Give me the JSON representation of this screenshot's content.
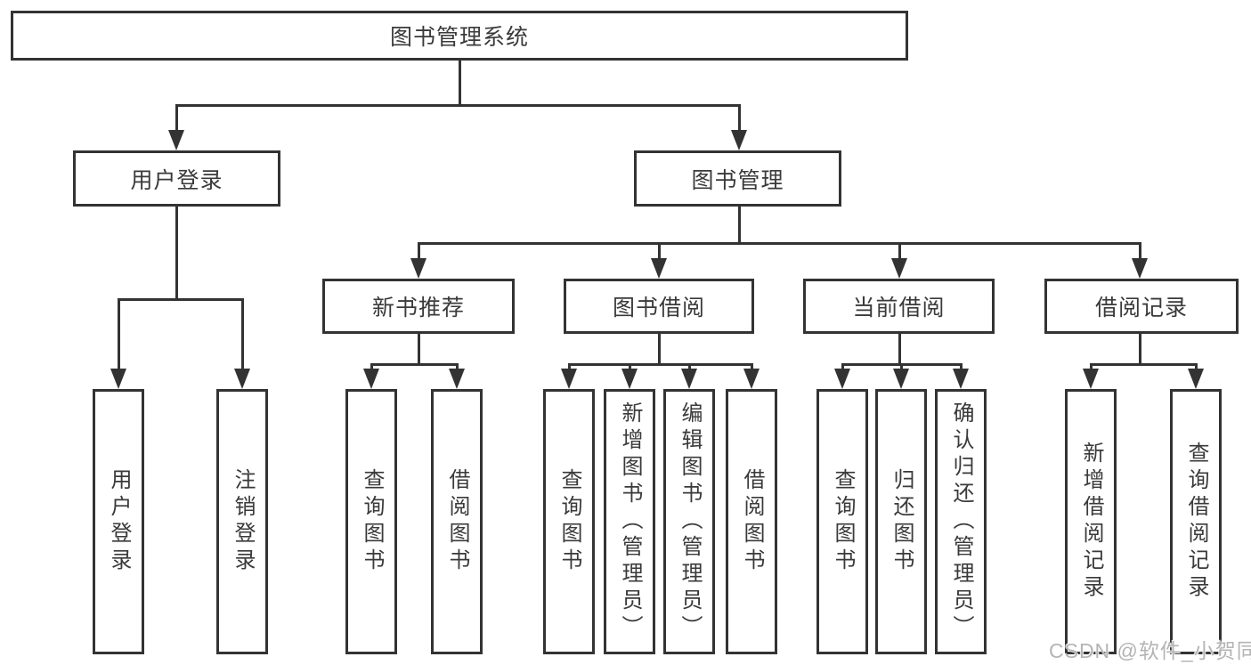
{
  "tree": {
    "label": "图书管理系统",
    "children": [
      {
        "label": "用户登录",
        "children": [
          {
            "label": "用户登录"
          },
          {
            "label": "注销登录"
          }
        ]
      },
      {
        "label": "图书管理",
        "children": [
          {
            "label": "新书推荐",
            "children": [
              {
                "label": "查询图书"
              },
              {
                "label": "借阅图书"
              }
            ]
          },
          {
            "label": "图书借阅",
            "children": [
              {
                "label": "查询图书"
              },
              {
                "label": "新增图书（管理员）"
              },
              {
                "label": "编辑图书（管理员）"
              },
              {
                "label": "借阅图书"
              }
            ]
          },
          {
            "label": "当前借阅",
            "children": [
              {
                "label": "查询图书"
              },
              {
                "label": "归还图书"
              },
              {
                "label": "确认归还（管理员）"
              }
            ]
          },
          {
            "label": "借阅记录",
            "children": [
              {
                "label": "新增借阅记录"
              },
              {
                "label": "查询借阅记录"
              }
            ]
          }
        ]
      }
    ]
  },
  "watermark": {
    "text": "CSDN @软件_小贺同学"
  },
  "colors": {
    "line": "#333333",
    "text": "#3a3a3a",
    "watermark": "#b4b4b4",
    "background": "#ffffff"
  }
}
